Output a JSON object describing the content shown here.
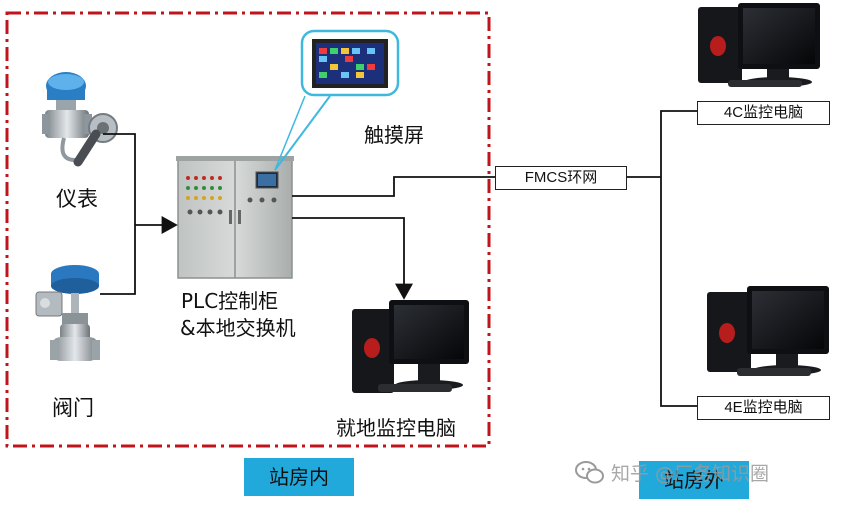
{
  "indoor": {
    "instrument_label": "仪表",
    "valve_label": "阀门",
    "touchscreen_label": "触摸屏",
    "plc_line1": "PLC控制柜",
    "plc_line2": "&本地交换机",
    "local_pc_label": "就地监控电脑",
    "zone_tag": "站房内"
  },
  "network": {
    "ring_label": "FMCS环网"
  },
  "outdoor": {
    "pc_4c_label": "4C监控电脑",
    "pc_4e_label": "4E监控电脑",
    "zone_tag": "站房外"
  },
  "watermark": {
    "text": "知乎 @厂务知识圈",
    "icon": "wechat-icon"
  },
  "colors": {
    "boundary": "#c0141c",
    "zone_tag": "#21a9dc",
    "connector": "#111111",
    "touchscreen_outline": "#3fb8e0"
  }
}
